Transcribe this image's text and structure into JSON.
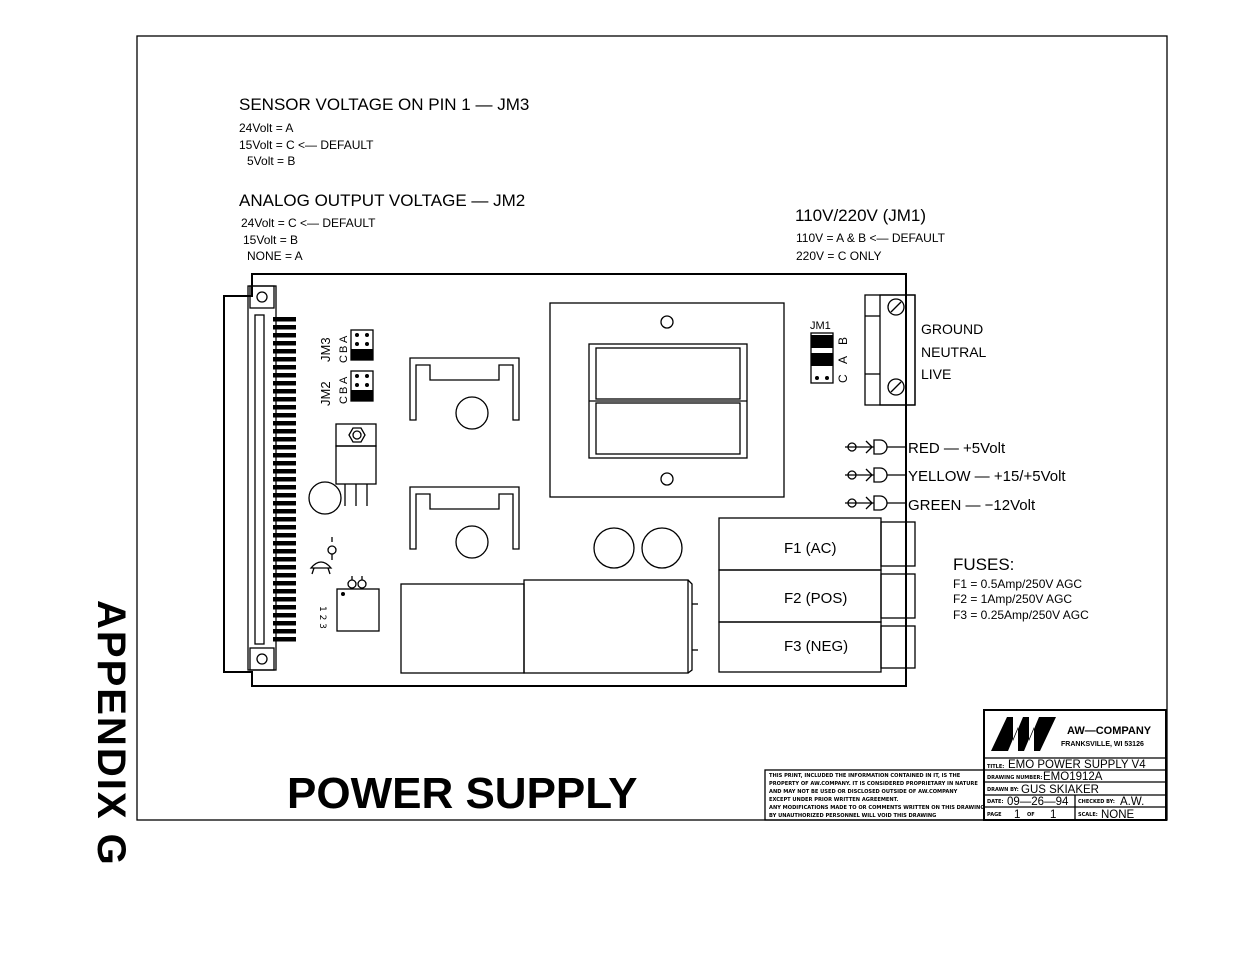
{
  "appendix_label": "APPENDIX G",
  "main_title": "POWER SUPPLY",
  "sensor": {
    "heading": "SENSOR VOLTAGE ON PIN 1 — JM3",
    "lines": [
      "24Volt  =  A",
      "15Volt  =  C  <— DEFAULT",
      "5Volt  =  B"
    ]
  },
  "analog": {
    "heading": "ANALOG OUTPUT VOLTAGE — JM2",
    "lines": [
      "24Volt  =  C  <— DEFAULT",
      "15Volt  =  B",
      "NONE  =  A"
    ]
  },
  "mains": {
    "heading": "110V/220V (JM1)",
    "lines": [
      "110V  =  A & B  <— DEFAULT",
      "220V  =  C  ONLY"
    ]
  },
  "terminals": [
    "GROUND",
    "NEUTRAL",
    "LIVE"
  ],
  "leds": [
    "RED  —  +5Volt",
    "YELLOW  —  +15/+5Volt",
    "GREEN  —  −12Volt"
  ],
  "fuse_blocks": [
    "F1  (AC)",
    "F2  (POS)",
    "F3  (NEG)"
  ],
  "fuses": {
    "heading": "FUSES:",
    "lines": [
      "F1  =  0.5Amp/250V  AGC",
      "F2  =  1Amp/250V  AGC",
      "F3  =  0.25Amp/250V  AGC"
    ]
  },
  "board_labels": {
    "jm1": "JM1",
    "jm1_abc": [
      "B",
      "A",
      "C"
    ],
    "jm3": "JM3",
    "jm2": "JM2",
    "abc": [
      "A",
      "B",
      "C"
    ]
  },
  "disclaimer": [
    "THIS PRINT, INCLUDED THE INFORMATION CONTAINED IN IT, IS THE",
    "PROPERTY OF AW.COMPANY. IT IS CONSIDERED PROPRIETARY IN NATURE",
    "AND MAY NOT BE USED OR DISCLOSED OUTSIDE OF AW.COMPANY",
    "EXCEPT UNDER PRIOR WRITTEN AGREEMENT.",
    "ANY MODIFICATIONS MADE TO OR COMMENTS WRITTEN ON THIS DRAWING",
    "BY UNAUTHORIZED PERSONNEL WILL VOID THIS DRAWING"
  ],
  "title_block": {
    "company": "AW—COMPANY",
    "location": "FRANKSVILLE, WI 53126",
    "title_label": "TITLE:",
    "title": "EMO POWER SUPPLY V4",
    "drawing_number_label": "DRAWING NUMBER:",
    "drawing_number": "EMO1912A",
    "drawn_by_label": "DRAWN BY:",
    "drawn_by": "GUS SKIAKER",
    "date_label": "DATE:",
    "date": "09—26—94",
    "checked_by_label": "CHECKED BY:",
    "checked_by": "A.W.",
    "page_label": "PAGE",
    "page": "1",
    "of_label": "OF",
    "pages": "1",
    "scale_label": "SCALE:",
    "scale": "NONE"
  }
}
